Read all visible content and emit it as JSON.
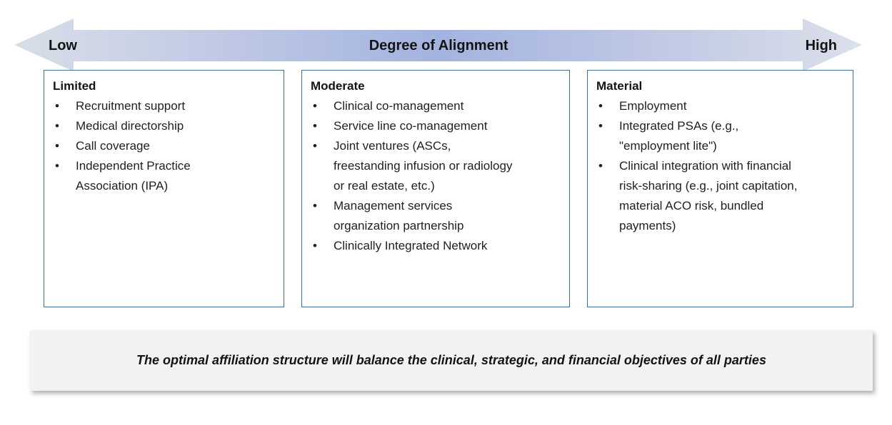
{
  "spectrum": {
    "left_label": "Low",
    "title": "Degree of Alignment",
    "right_label": "High"
  },
  "columns": [
    {
      "heading": "Limited",
      "items": [
        "Recruitment support",
        "Medical directorship",
        "Call coverage",
        "Independent Practice\nAssociation (IPA)"
      ]
    },
    {
      "heading": "Moderate",
      "items": [
        "Clinical co-management",
        "Service line co-management",
        "Joint ventures (ASCs,\nfreestanding infusion or radiology\nor real estate, etc.)",
        "Management services\norganization partnership",
        "Clinically Integrated Network"
      ]
    },
    {
      "heading": "Material",
      "items": [
        "Employment",
        "Integrated PSAs (e.g.,\n\"employment lite\")",
        "Clinical integration with financial\nrisk-sharing (e.g., joint capitation,\nmaterial ACO risk, bundled\npayments)"
      ]
    }
  ],
  "footer": {
    "text": "The optimal affiliation structure will balance the clinical, strategic, and financial objectives of all parties"
  },
  "colors": {
    "arrow_edge": "#d9dde9",
    "arrow_center": "#a3b3e0",
    "box_border": "#41719c",
    "footer_bg": "#f2f2f2"
  }
}
